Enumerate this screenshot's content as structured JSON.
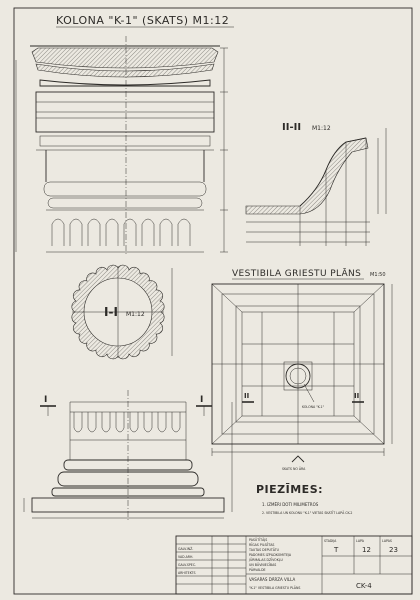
{
  "sheet": {
    "main_title": "KOLONA \"K-1\" (SKATS) M1:12",
    "section_title": "I-I",
    "section_scale": "M1:12",
    "section2_title": "II-II",
    "section2_scale": "M1:12",
    "ceiling_title": "VESTIBILA GRIESTU PLĀNS",
    "ceiling_scale": "M1:50",
    "ceiling_center_label": "KOLONA \"K-1\"",
    "north_label": "SKATS NO ĀRA",
    "notes_title": "PIEZĪMES:",
    "notes": [
      "1. IZMĒRI DOTI MILIMETROS",
      "2. VESTIBILA UN KOLONU \"K-1\" VIETAS SKATĪT LAPĀ CK-2"
    ],
    "section_markers": [
      "I",
      "I",
      "II",
      "II"
    ]
  },
  "title_block": {
    "rows": [
      "PASŪTĪTĀJS",
      "RĪGAS PILSĒTAS",
      "TAUTAS DEPUTĀTU",
      "PADOMES IZPILDKOMITEJA",
      "JŪRMALAS DZĪVOKĻU",
      "UN BŪVNIECĪBAS",
      "PĀRVALDE"
    ],
    "project_name": "VASARAS DĀRZA VILLA",
    "sheet_title": "\"K-1\" VESTIBILA GRIESTU PLĀNS",
    "stage_label": "STADIJA",
    "stage_value": "T",
    "sheet_label": "LAPA",
    "sheet_value": "12",
    "sheets_label": "LAPAS",
    "sheets_value": "23",
    "sheet_code": "CK-4",
    "signatures": [
      "GALV.INŽ.",
      "VAD.ARH.",
      "GALV.SPEC.",
      "ARHITEKTS"
    ]
  }
}
